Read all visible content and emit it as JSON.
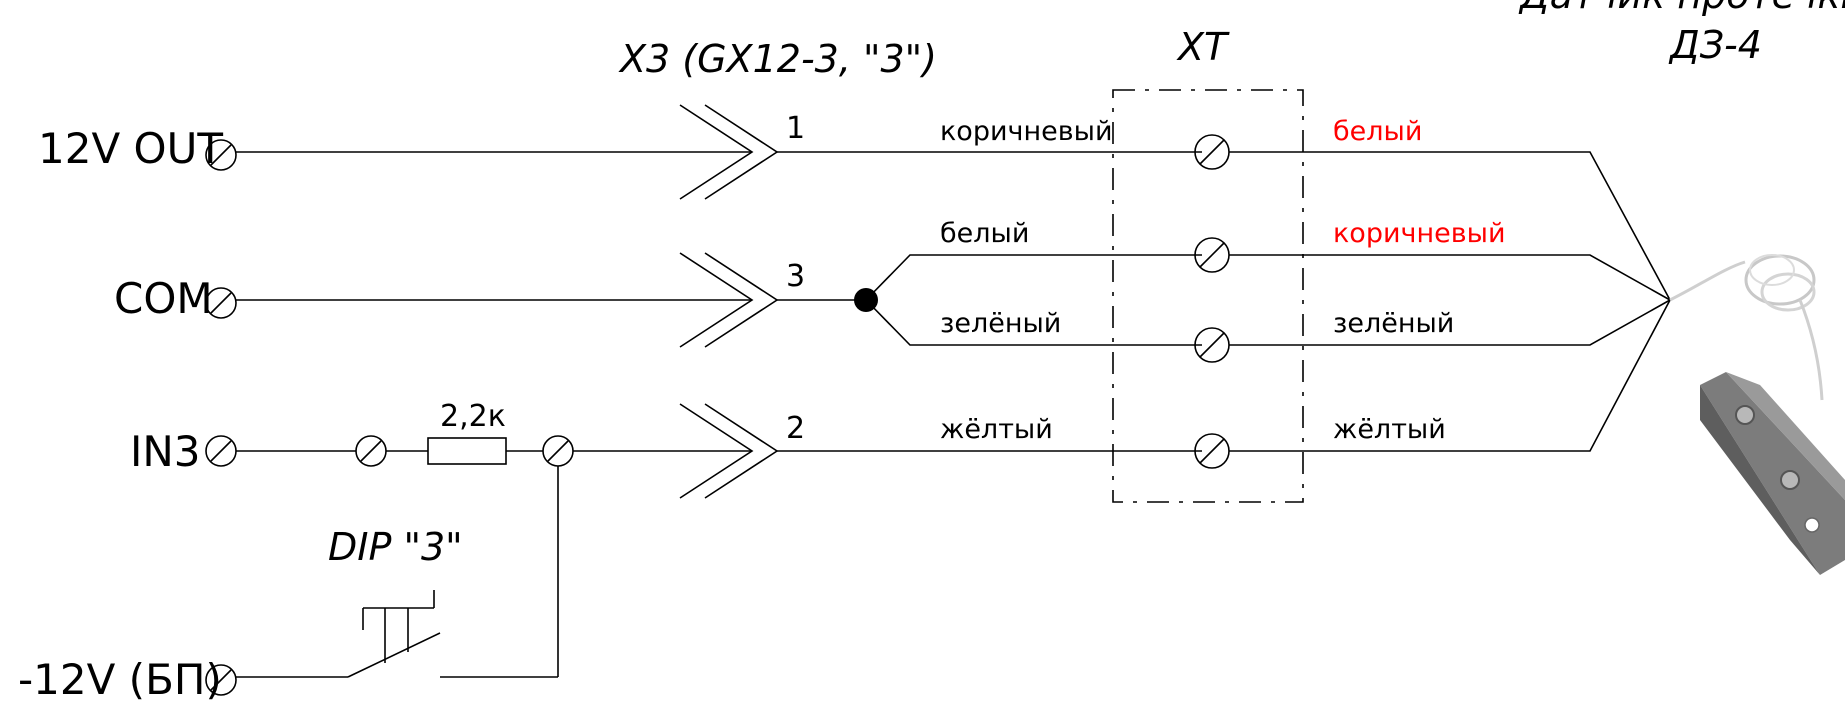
{
  "title_device": [
    "Датчик протечки",
    "ДЗ-4"
  ],
  "title_connector": "X3 (GX12-3, \"3\")",
  "title_block": "XT",
  "title_dip": "DIP \"3\"",
  "terminals": {
    "out12": "12V OUT",
    "com": "COM",
    "in3": "IN3",
    "minus12": "-12V (БП)"
  },
  "resistor_label": "2,2к",
  "pins": {
    "p1": "1",
    "p3": "3",
    "p2": "2"
  },
  "wires_left": {
    "w1": "коричневый",
    "w2": "белый",
    "w3": "зелёный",
    "w4": "жёлтый"
  },
  "wires_right": {
    "w1": "белый",
    "w2": "коричневый",
    "w3": "зелёный",
    "w4": "жёлтый"
  },
  "colors": {
    "highlight": "#ff0000",
    "line": "#000000"
  }
}
